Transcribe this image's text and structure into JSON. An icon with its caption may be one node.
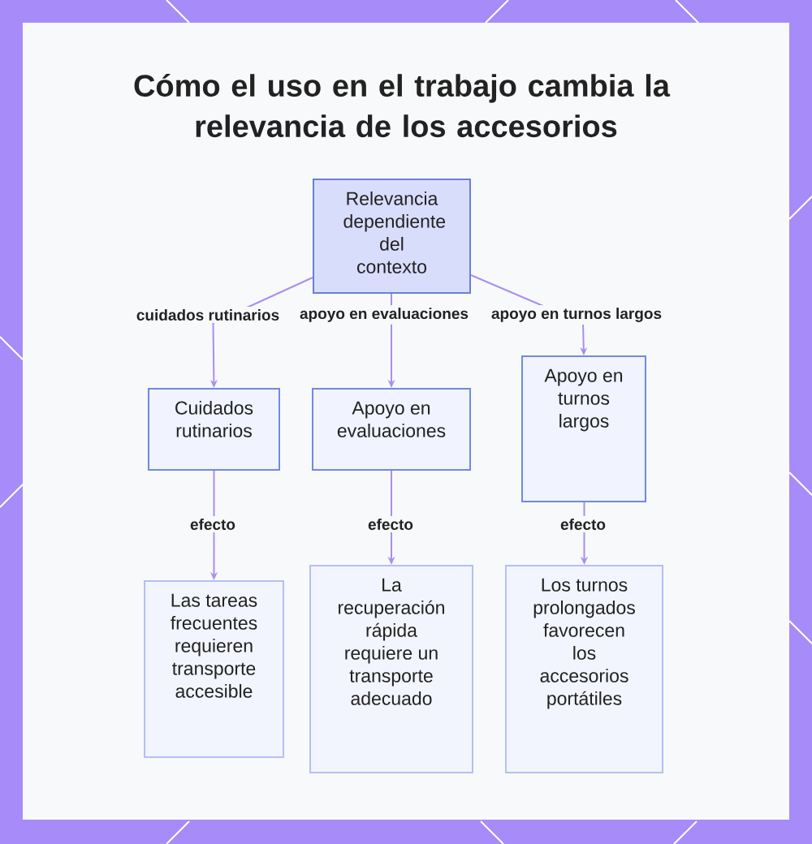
{
  "diagram": {
    "title": "Cómo el uso en el trabajo cambia la relevancia de los accesorios",
    "nodes": [
      {
        "text": [
          "Relevancia dependiente del contexto"
        ]
      },
      {
        "text": [
          "Cuidados rutinarios"
        ]
      },
      {
        "text": [
          "Apoyo en evaluaciones"
        ]
      },
      {
        "text": [
          "Apoyo en turnos largos"
        ]
      },
      {
        "text": [
          "Las tareas frecuentes requieren transporte accesible"
        ]
      },
      {
        "text": [
          "La recuperación rápida requiere un transporte adecuado"
        ]
      },
      {
        "text": [
          "Los turnos prolongados favorecen los accesorios portátiles"
        ]
      }
    ],
    "edges": [
      {
        "from": 0,
        "to": 1,
        "arrow": "to",
        "label": "cuidados rutinarios"
      },
      {
        "from": 0,
        "to": 2,
        "arrow": "to",
        "label": "apoyo en evaluaciones"
      },
      {
        "from": 0,
        "to": 3,
        "arrow": "to",
        "label": "apoyo en turnos largos"
      },
      {
        "from": 1,
        "to": 4,
        "arrow": "to",
        "label": "efecto"
      },
      {
        "from": 2,
        "to": 5,
        "arrow": "to",
        "label": "efecto"
      },
      {
        "from": 3,
        "to": 6,
        "arrow": "to",
        "label": "efecto"
      }
    ]
  }
}
